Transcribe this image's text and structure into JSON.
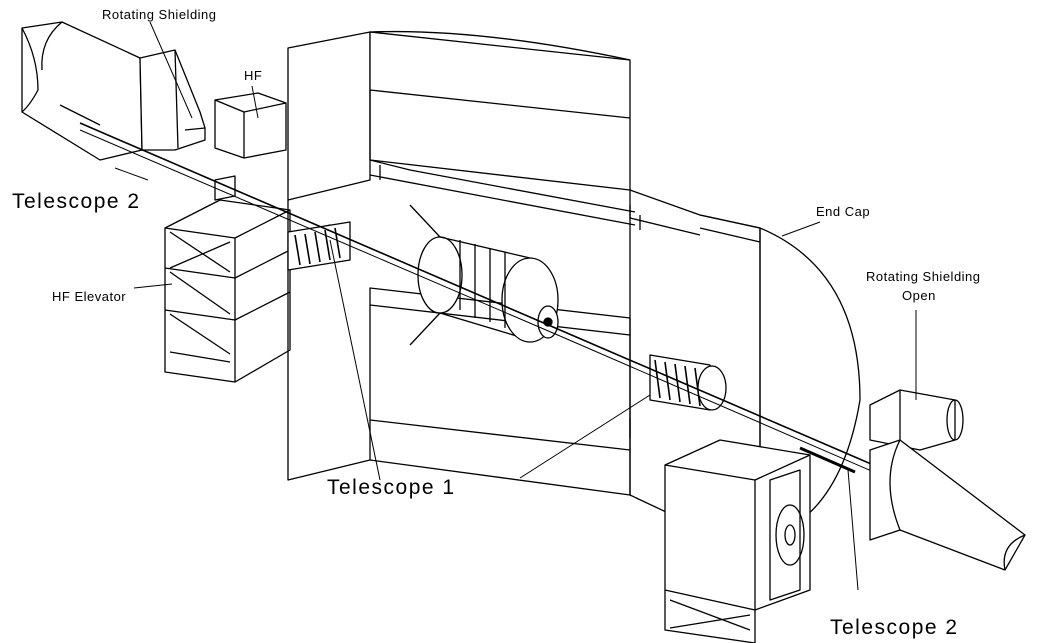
{
  "labels": {
    "rotating_shielding": "Rotating Shielding",
    "hf": "HF",
    "telescope_2_left": "Telescope 2",
    "end_cap": "End Cap",
    "rotating_shielding_open_line1": "Rotating Shielding",
    "rotating_shielding_open_line2": "Open",
    "hf_elevator": "HF Elevator",
    "telescope_1": "Telescope 1",
    "telescope_2_right": "Telescope 2"
  },
  "colors": {
    "ink": "#000000",
    "paper": "#ffffff"
  }
}
